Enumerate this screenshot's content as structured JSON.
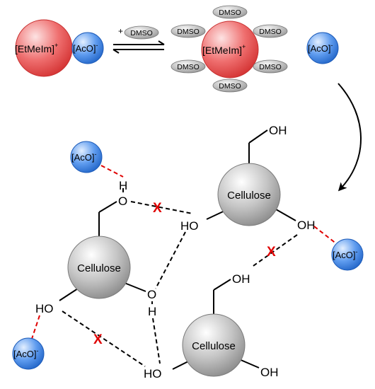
{
  "scheme": {
    "cation": {
      "text": "[EtMeIm]",
      "charge": "+"
    },
    "anion": {
      "text": "[AcO]",
      "charge": "-"
    },
    "reagent": {
      "prefix": "+",
      "text": "DMSO"
    },
    "solvent_label": "DMSO",
    "cellulose_label": "Cellulose",
    "hydroxyl_right": "OH",
    "hydroxyl_left": "HO",
    "oxygen": "O",
    "hydrogen": "H",
    "blocked_mark": "X"
  },
  "colors": {
    "cation": "#e03c3c",
    "anion": "#2a73d9",
    "dmso": "#9a9a9a",
    "cellulose": "#9e9e9e",
    "blocked": "#e00000",
    "anion_bond": "#e00000"
  }
}
